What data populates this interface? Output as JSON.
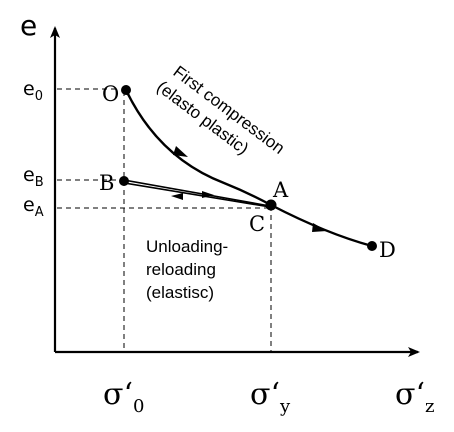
{
  "axes": {
    "y_label": "e",
    "x_ticks": [
      {
        "base": "σʻ",
        "sub": "0"
      },
      {
        "base": "σʻ",
        "sub": "y"
      },
      {
        "base": "σʻ",
        "sub": "z"
      }
    ],
    "y_ticks": [
      {
        "base": "e",
        "sub": "0"
      },
      {
        "base": "e",
        "sub": "B"
      },
      {
        "base": "e",
        "sub": "A"
      }
    ]
  },
  "points": {
    "O": "O",
    "A": "A",
    "B": "B",
    "C": "C",
    "D": "D"
  },
  "annotations": {
    "first_compression_line1": "First compression",
    "first_compression_line2": "(elasto plastic)",
    "unloading_line1": "Unloading-",
    "unloading_line2": "reloading",
    "unloading_line3": "(elastisc)"
  }
}
